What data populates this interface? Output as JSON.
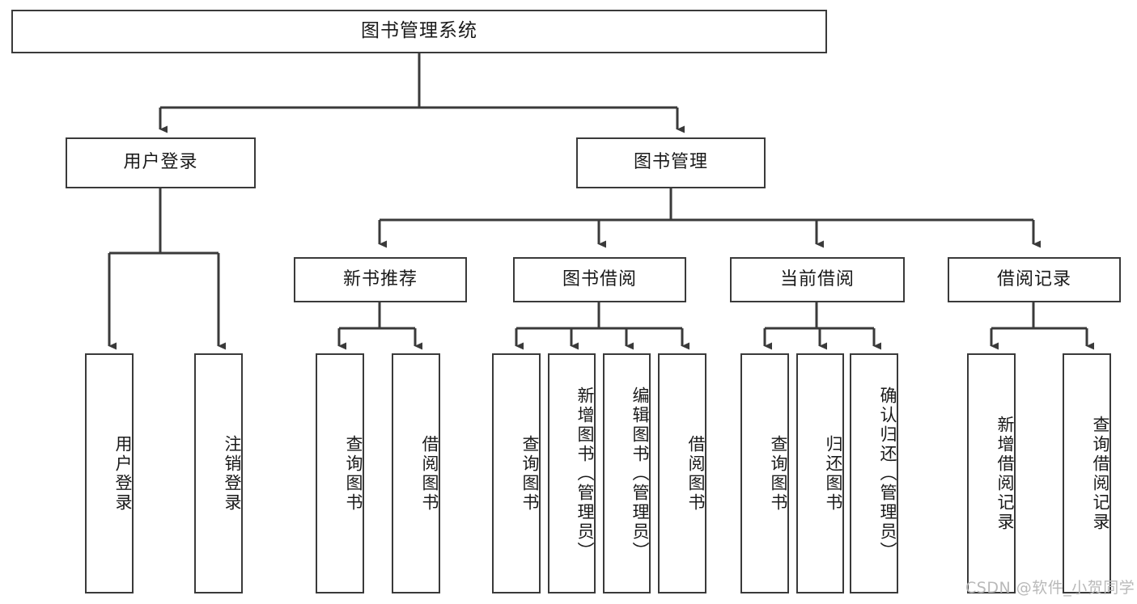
{
  "diagram": {
    "title": "图书管理系统",
    "type": "tree-hierarchy-diagram",
    "colors": {
      "box_border": "#3a3a3a",
      "box_fill": "#ffffff",
      "connector": "#3a3a3a",
      "text": "#1a1a1a",
      "watermark": "#b9b9b9",
      "background": "#ffffff"
    },
    "root": {
      "label": "图书管理系统"
    },
    "level2": [
      {
        "label": "用户登录"
      },
      {
        "label": "图书管理"
      }
    ],
    "level3": [
      {
        "label": "新书推荐"
      },
      {
        "label": "图书借阅"
      },
      {
        "label": "当前借阅"
      },
      {
        "label": "借阅记录"
      }
    ],
    "leaves": {
      "user_login": [
        {
          "label": "用户登录"
        },
        {
          "label": "注销登录"
        }
      ],
      "new_book_recommend": [
        {
          "label": "查询图书"
        },
        {
          "label": "借阅图书"
        }
      ],
      "book_borrow": [
        {
          "label": "查询图书"
        },
        {
          "label": "新增图书（管理员）"
        },
        {
          "label": "编辑图书（管理员）"
        },
        {
          "label": "借阅图书"
        }
      ],
      "current_borrow": [
        {
          "label": "查询图书"
        },
        {
          "label": "归还图书"
        },
        {
          "label": "确认归还（管理员）"
        }
      ],
      "borrow_record": [
        {
          "label": "新增借阅记录"
        },
        {
          "label": "查询借阅记录"
        }
      ]
    }
  },
  "watermark": {
    "text": "CSDN @软件_小贺同学"
  }
}
